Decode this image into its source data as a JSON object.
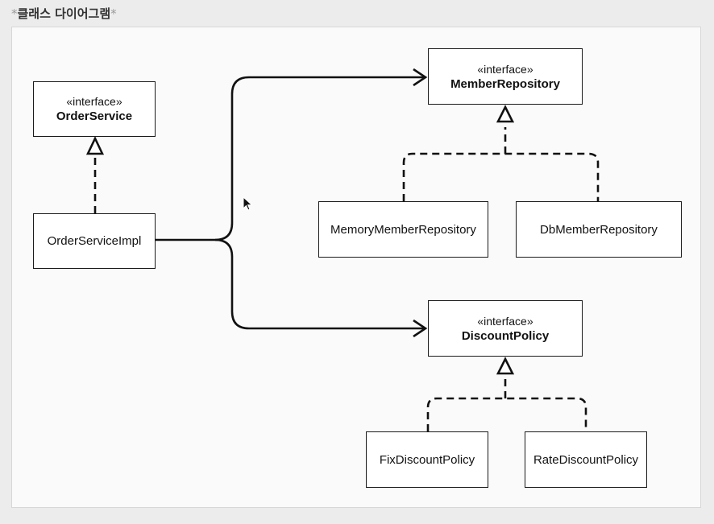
{
  "page": {
    "title_prefix": "*",
    "title": "클래스 다이어그램",
    "title_suffix": "*"
  },
  "diagram": {
    "classes": [
      {
        "id": "order-service",
        "stereotype": "«interface»",
        "name": "OrderService"
      },
      {
        "id": "order-service-impl",
        "name": "OrderServiceImpl"
      },
      {
        "id": "member-repository",
        "stereotype": "«interface»",
        "name": "MemberRepository"
      },
      {
        "id": "memory-member-repository",
        "name": "MemoryMemberRepository"
      },
      {
        "id": "db-member-repository",
        "name": "DbMemberRepository"
      },
      {
        "id": "discount-policy",
        "stereotype": "«interface»",
        "name": "DiscountPolicy"
      },
      {
        "id": "fix-discount-policy",
        "name": "FixDiscountPolicy"
      },
      {
        "id": "rate-discount-policy",
        "name": "RateDiscountPolicy"
      }
    ],
    "relations": [
      {
        "type": "realization",
        "from": "OrderServiceImpl",
        "to": "OrderService"
      },
      {
        "type": "association",
        "from": "OrderServiceImpl",
        "to": "MemberRepository"
      },
      {
        "type": "association",
        "from": "OrderServiceImpl",
        "to": "DiscountPolicy"
      },
      {
        "type": "realization",
        "from": "MemoryMemberRepository",
        "to": "MemberRepository"
      },
      {
        "type": "realization",
        "from": "DbMemberRepository",
        "to": "MemberRepository"
      },
      {
        "type": "realization",
        "from": "FixDiscountPolicy",
        "to": "DiscountPolicy"
      },
      {
        "type": "realization",
        "from": "RateDiscountPolicy",
        "to": "DiscountPolicy"
      }
    ]
  },
  "colors": {
    "line": "#111111",
    "box_border": "#1a1a1a",
    "background": "#fafafa"
  }
}
